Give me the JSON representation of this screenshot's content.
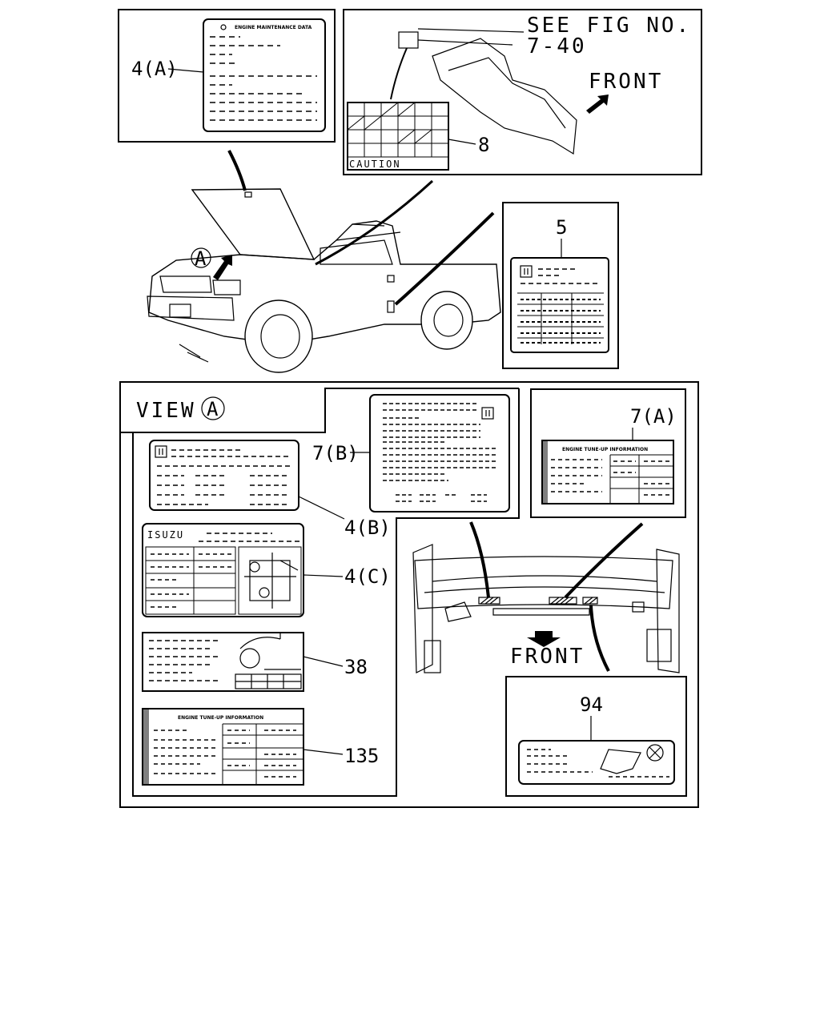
{
  "labels": {
    "l4a": "4(A)",
    "l8": "8",
    "l5": "5",
    "l7b": "7(B)",
    "l7a": "7(A)",
    "l4b": "4(B)",
    "l4c": "4(C)",
    "l38": "38",
    "l135": "135",
    "l94": "94"
  },
  "callouts": {
    "see_fig_line1": "SEE FIG NO.",
    "see_fig_line2": "7-40",
    "front_top": "FRONT",
    "front_bottom": "FRONT",
    "view_word": "VIEW",
    "view_letter": "A",
    "marker_a": "A"
  },
  "label_text": {
    "engine_maintenance_data": "ENGINE MAINTENANCE DATA",
    "caution": "CAUTION",
    "engine_tuneup_info": "ENGINE TUNE-UP INFORMATION",
    "isuzu": "ISUZU"
  }
}
